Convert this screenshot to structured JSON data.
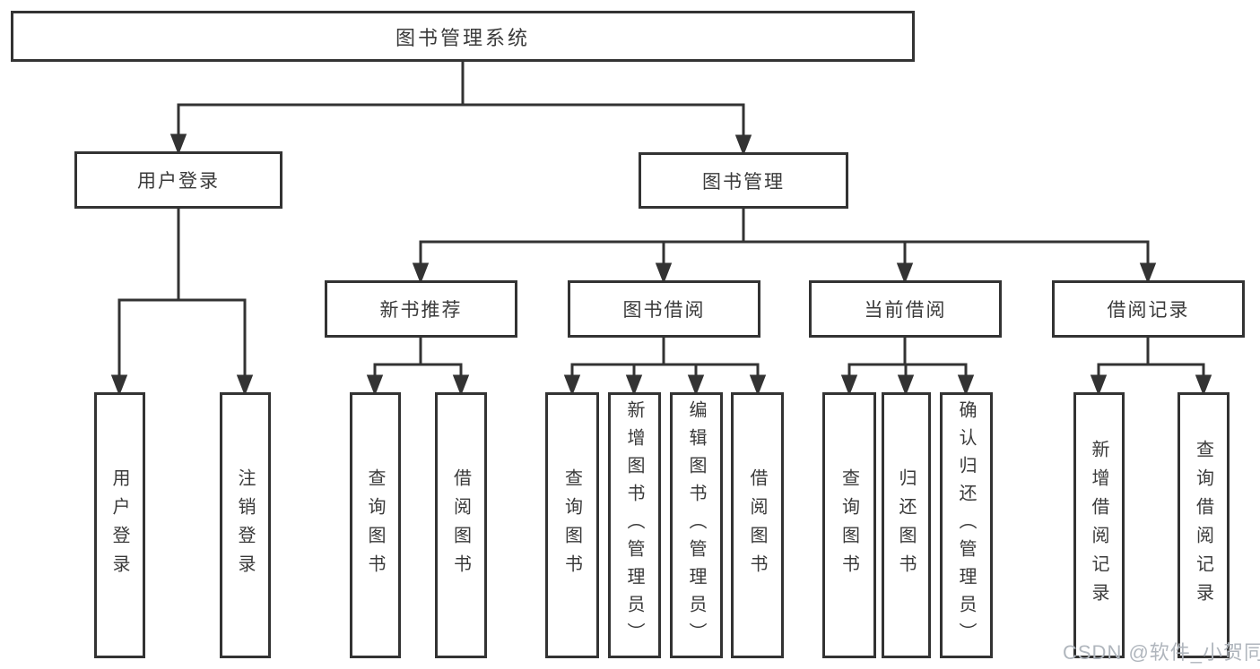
{
  "tree": {
    "label": "图书管理系统",
    "children": [
      {
        "label": "用户登录",
        "children": [
          {
            "label": "用户登录"
          },
          {
            "label": "注销登录"
          }
        ]
      },
      {
        "label": "图书管理",
        "children": [
          {
            "label": "新书推荐",
            "children": [
              {
                "label": "查询图书"
              },
              {
                "label": "借阅图书"
              }
            ]
          },
          {
            "label": "图书借阅",
            "children": [
              {
                "label": "查询图书"
              },
              {
                "label": "新增图书（管理员）"
              },
              {
                "label": "编辑图书（管理员）"
              },
              {
                "label": "借阅图书"
              }
            ]
          },
          {
            "label": "当前借阅",
            "children": [
              {
                "label": "查询图书"
              },
              {
                "label": "归还图书"
              },
              {
                "label": "确认归还（管理员）"
              }
            ]
          },
          {
            "label": "借阅记录",
            "children": [
              {
                "label": "新增借阅记录"
              },
              {
                "label": "查询借阅记录"
              }
            ]
          }
        ]
      }
    ]
  },
  "watermark": {
    "text": "CSDN @软件_小贺同学"
  },
  "colors": {
    "line": "#333333",
    "box_border": "#333333",
    "box_background": "#ffffff",
    "text": "#3a3a3a",
    "watermark": "#b0b6bd",
    "background": "#ffffff"
  }
}
